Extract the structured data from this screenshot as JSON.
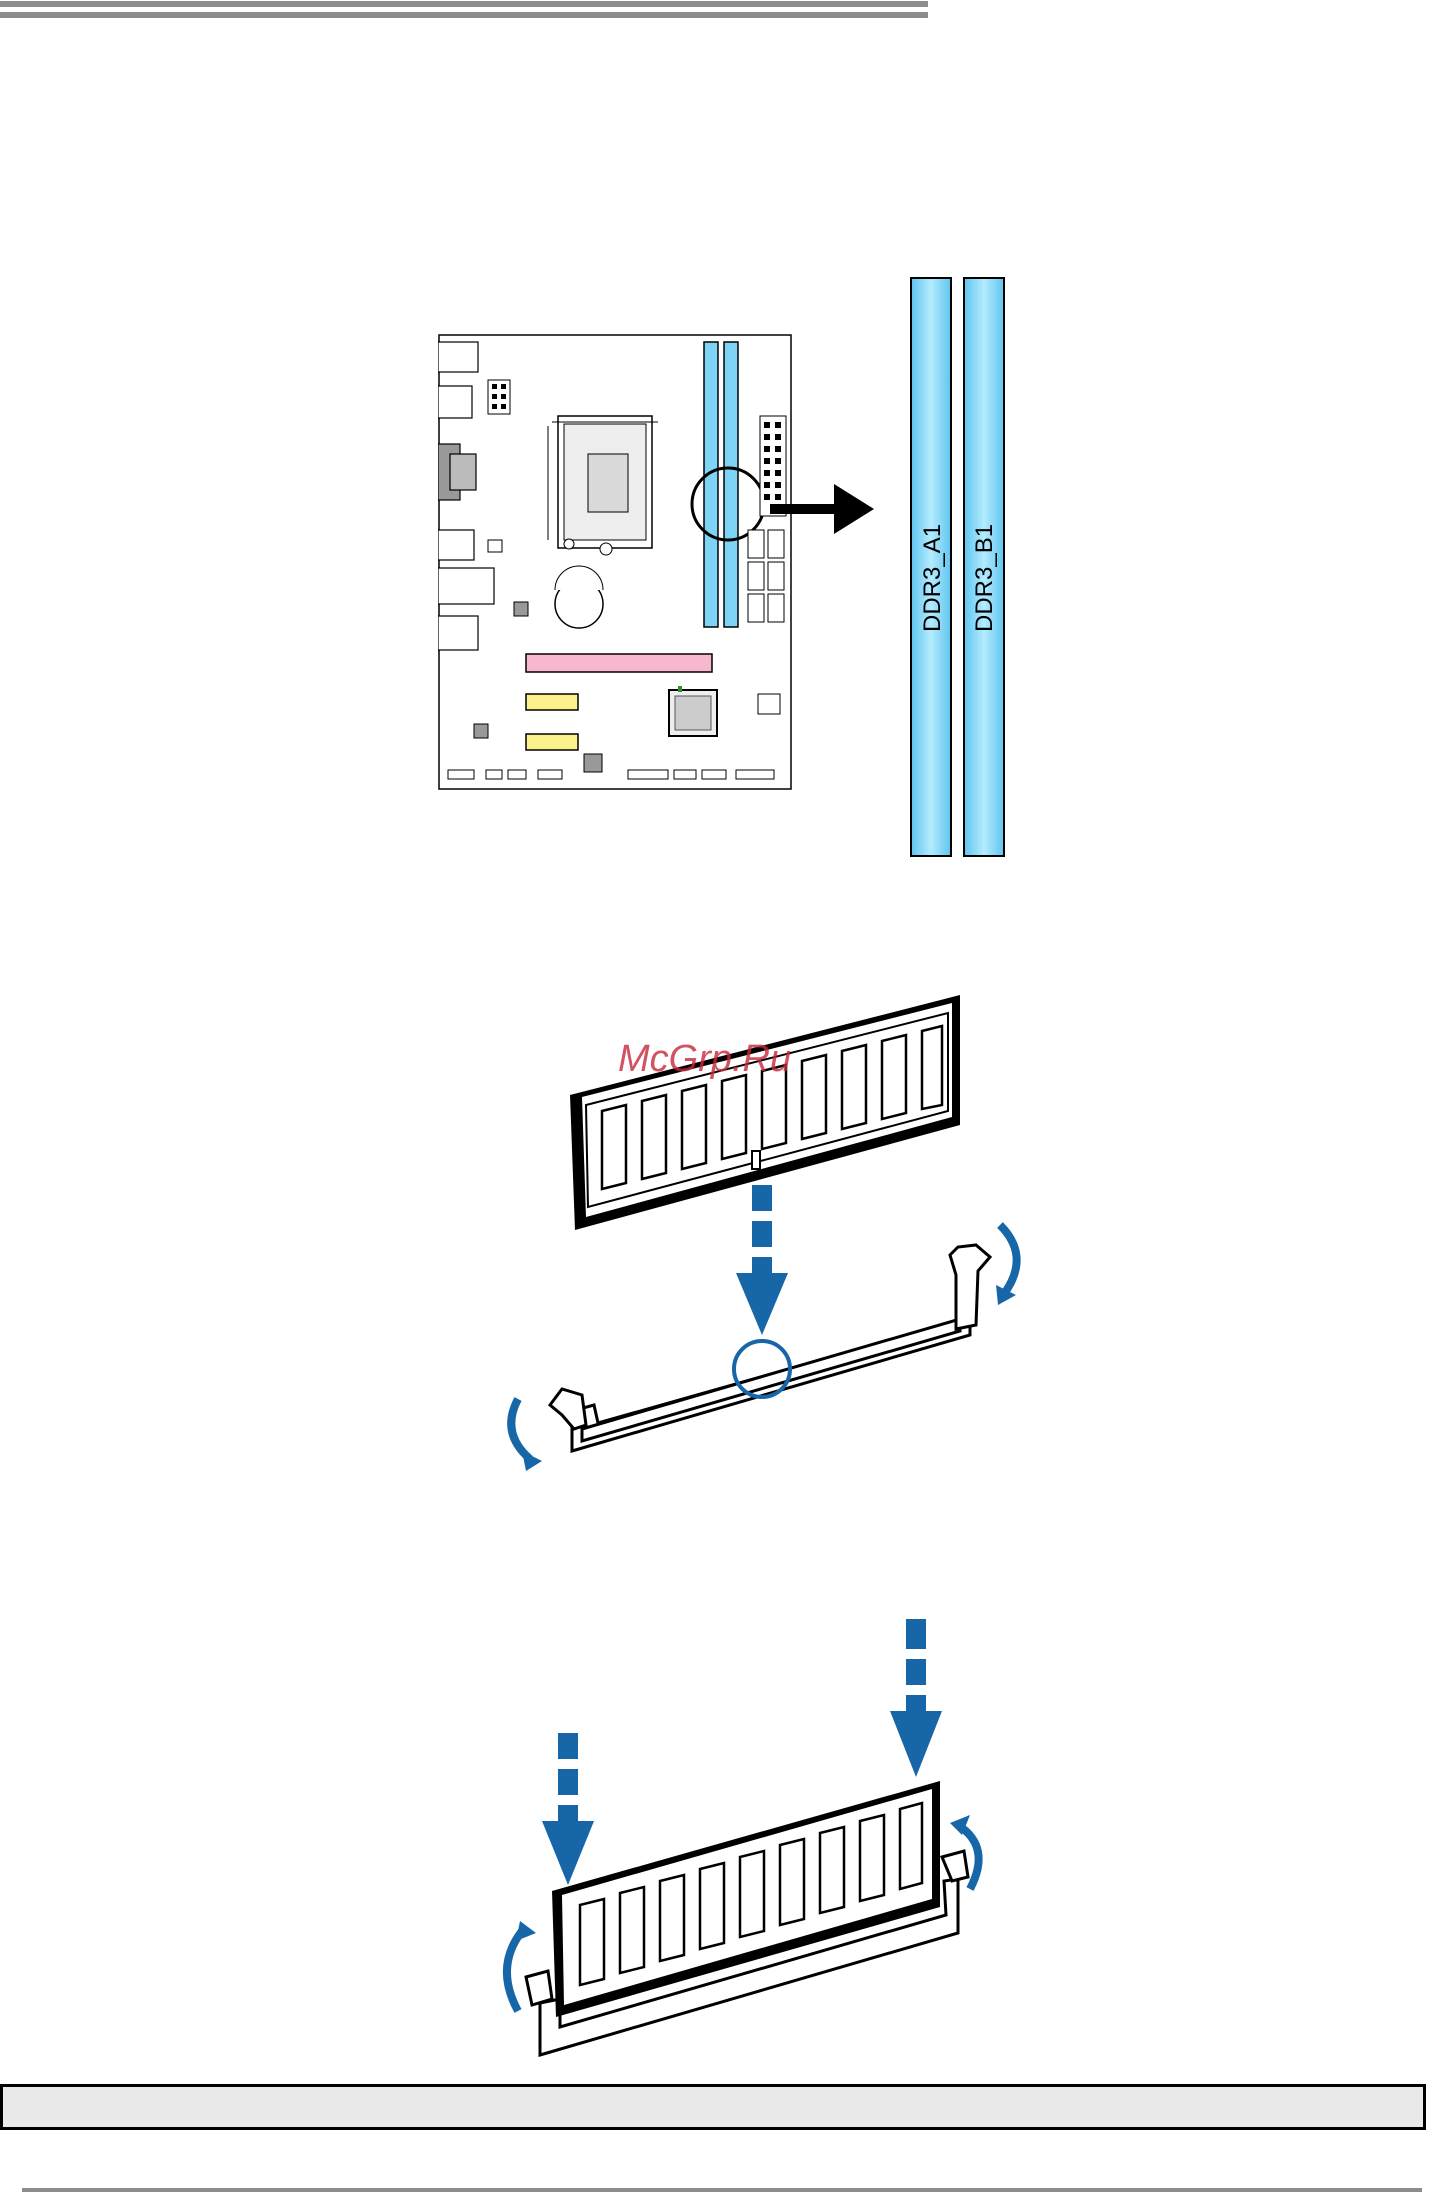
{
  "slots": [
    {
      "label": "DDR3_A1",
      "color": "#7fd3f5"
    },
    {
      "label": "DDR3_B1",
      "color": "#7fd3f5"
    }
  ],
  "watermark": "McGrp.Ru",
  "colors": {
    "slot_blue": "#7fd3f5",
    "arrow_blue": "#1766a8",
    "pcie_pink": "#f6b7cf",
    "pcie_yellow": "#fbf08a",
    "rule_gray": "#8c8c8c",
    "note_bg": "#e9e9e9"
  },
  "icons": [
    "pointer-arrow-icon",
    "down-arrow-icon",
    "rotate-arrow-icon",
    "notch-circle-icon"
  ]
}
